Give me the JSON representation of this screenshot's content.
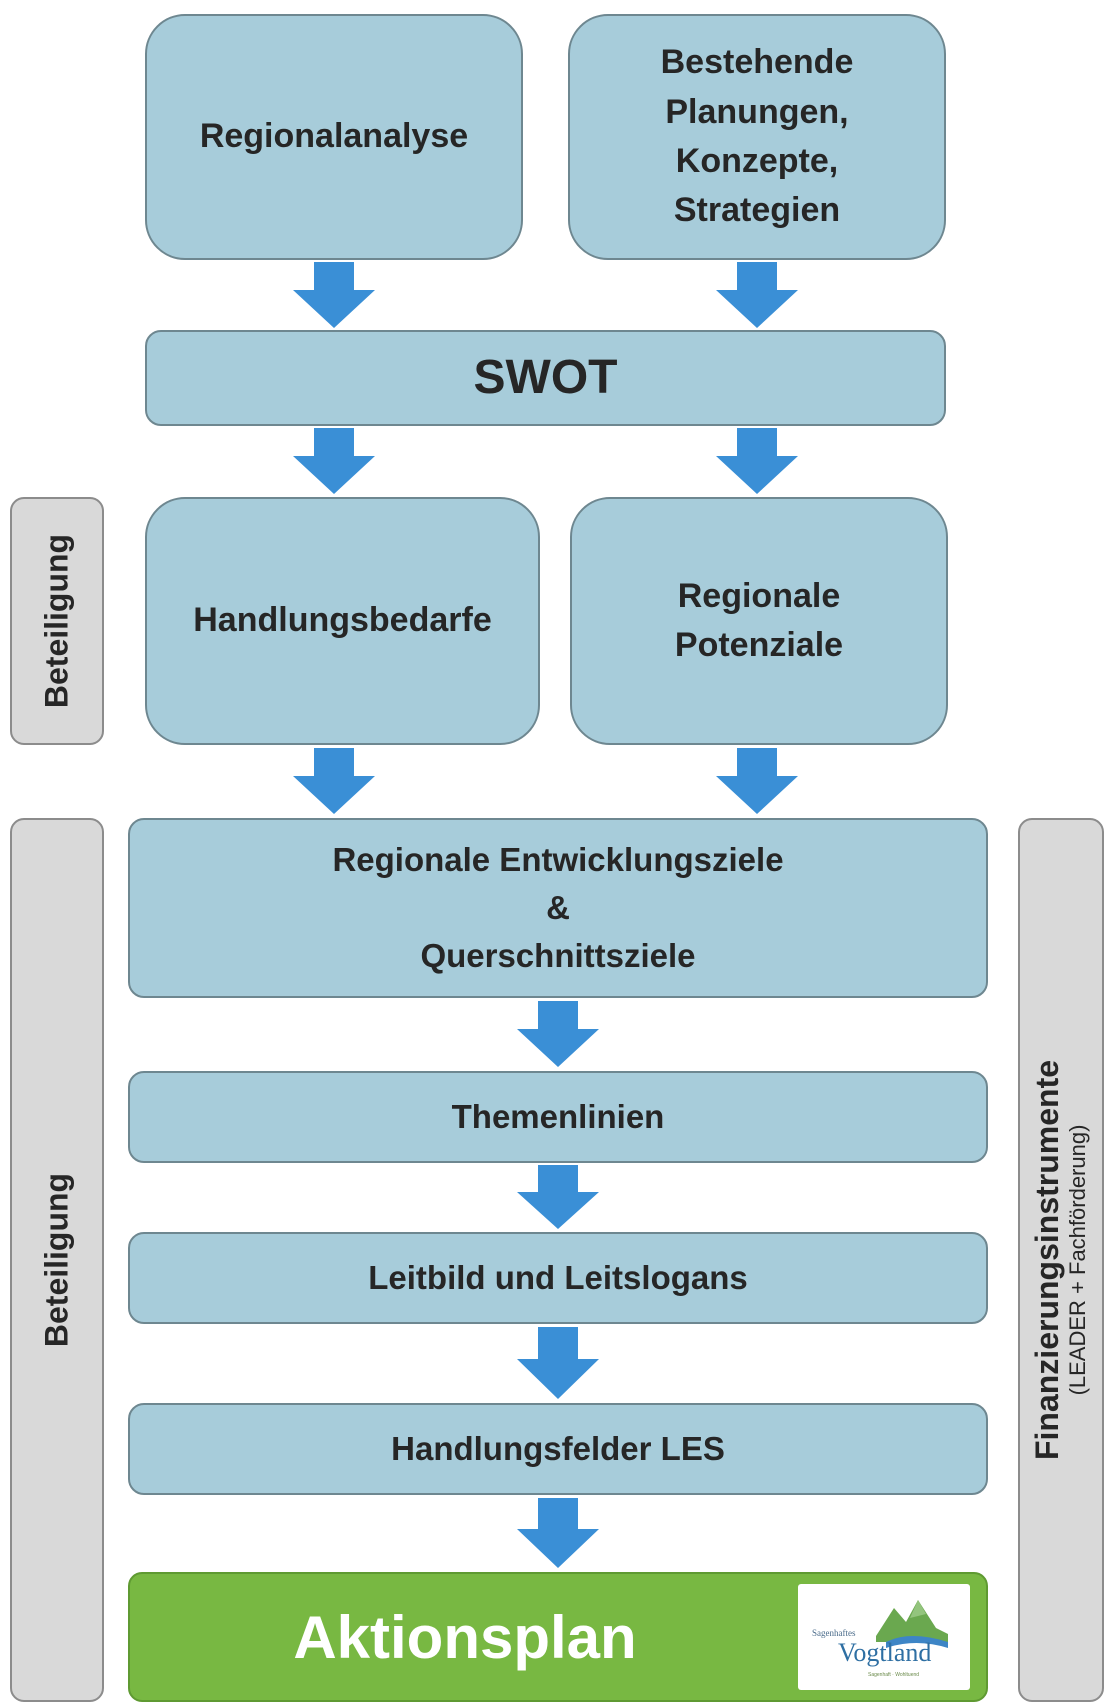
{
  "boxes": {
    "regionalanalyse": "Regionalanalyse",
    "planungen": [
      "Bestehende",
      "Planungen,",
      "Konzepte,",
      "Strategien"
    ],
    "swot": "SWOT",
    "handlungsbedarfe": "Handlungsbedarfe",
    "potenziale": [
      "Regionale",
      "Potenziale"
    ],
    "entwicklungsziele": [
      "Regionale Entwicklungsziele",
      "&",
      "Querschnittsziele"
    ],
    "themenlinien": "Themenlinien",
    "leitbild": "Leitbild und Leitslogans",
    "handlungsfelder": "Handlungsfelder LES",
    "aktionsplan": "Aktionsplan"
  },
  "side_labels": {
    "beteiligung_top": "Beteiligung",
    "beteiligung_bottom": "Beteiligung",
    "finanzierung_title": "Finanzierungsinstrumente",
    "finanzierung_sub": "(LEADER + Fachförderung)"
  },
  "logo": {
    "small_text": "Sagenhaftes",
    "brand": "Vogtland",
    "tagline": "Sagenhaft · Wohltuend"
  },
  "colors": {
    "box_fill": "#a7ccda",
    "box_border": "#6e8790",
    "arrow": "#3a8fd6",
    "final_fill": "#78b842",
    "side_fill": "#d9d9d9"
  }
}
